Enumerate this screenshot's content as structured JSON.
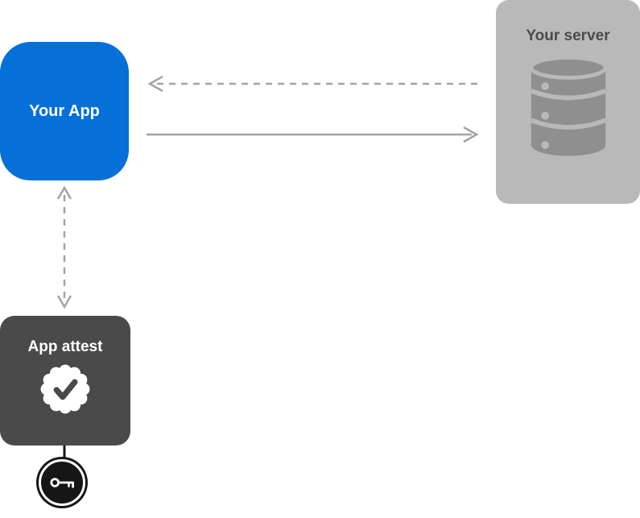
{
  "nodes": {
    "app": {
      "label": "Your App"
    },
    "server": {
      "label": "Your server",
      "icon": "database-icon"
    },
    "attest": {
      "label": "App attest",
      "icon": "checkmark-seal-icon"
    },
    "key": {
      "icon": "key-icon"
    }
  },
  "colors": {
    "app-box": "#0670D9",
    "app-text": "#FFFFFF",
    "server-box": "#B9B9B9",
    "server-title": "#4B4B4B",
    "server-icon": "#8F8F8F",
    "attest-box": "#4A4A4A",
    "attest-text": "#FFFFFF",
    "badge": "#FFFFFF",
    "arrow": "#A3A3A3",
    "key-circle": "#161616"
  }
}
